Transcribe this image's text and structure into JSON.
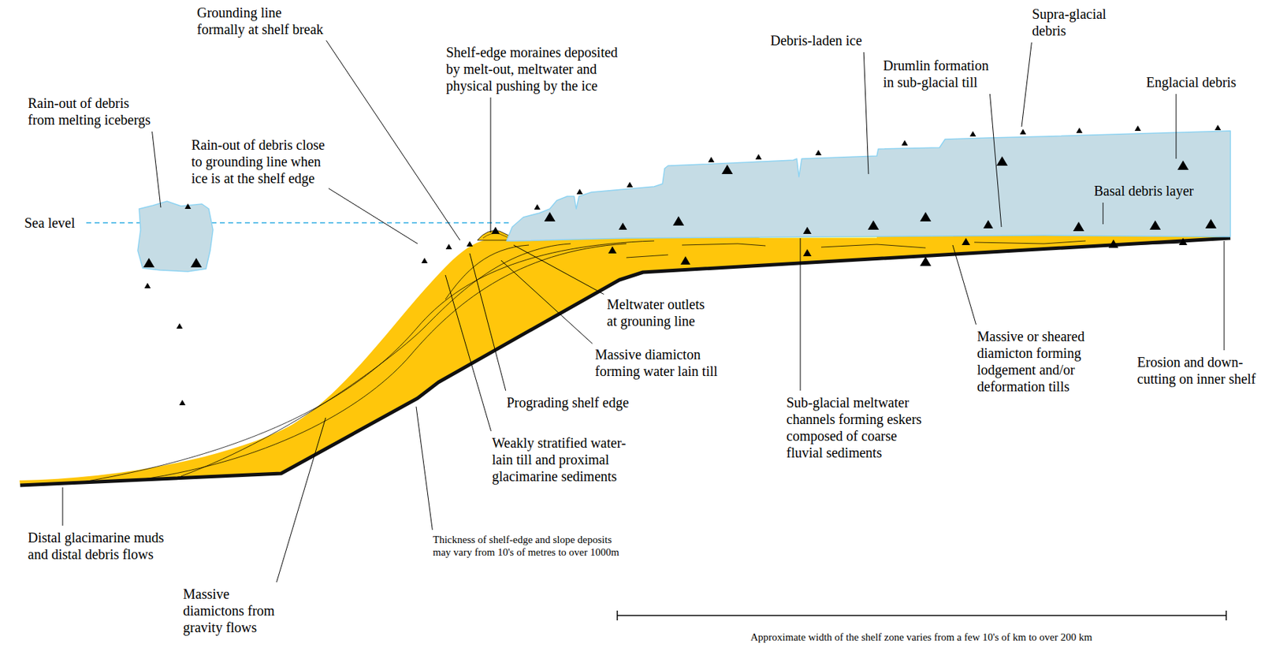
{
  "diagram": {
    "labels": [
      "Grounding line formally at shelf break",
      "Shelf-edge moraines deposited by melt-out, meltwater and physical pushing by the ice",
      "Rain-out of debris from melting icebergs",
      "Rain-out of debris close to grounding line when ice is at the shelf edge",
      "Debris-laden ice",
      "Supra-glacial debris",
      "Drumlin formation in sub-glacial till",
      "Englacial debris",
      "Basal debris layer",
      "Sea level",
      "Meltwater outlets at grouning line",
      "Massive diamicton forming water lain till",
      "Prograding shelf edge",
      "Weakly stratified water-lain till and proximal glacimarine sediments",
      "Massive or sheared diamicton forming lodgement and/or deformation tills",
      "Sub-glacial meltwater channels forming eskers composed of coarse fluvial sediments",
      "Erosion and down-cutting on inner shelf",
      "Distal glacimarine muds and distal debris flows",
      "Massive diamictons from gravity flows",
      "Thickness of shelf-edge and slope deposits may vary from 10's of metres to over 1000m",
      "Approximate width of the shelf zone varies from a few 10's of km to over 200 km"
    ]
  }
}
